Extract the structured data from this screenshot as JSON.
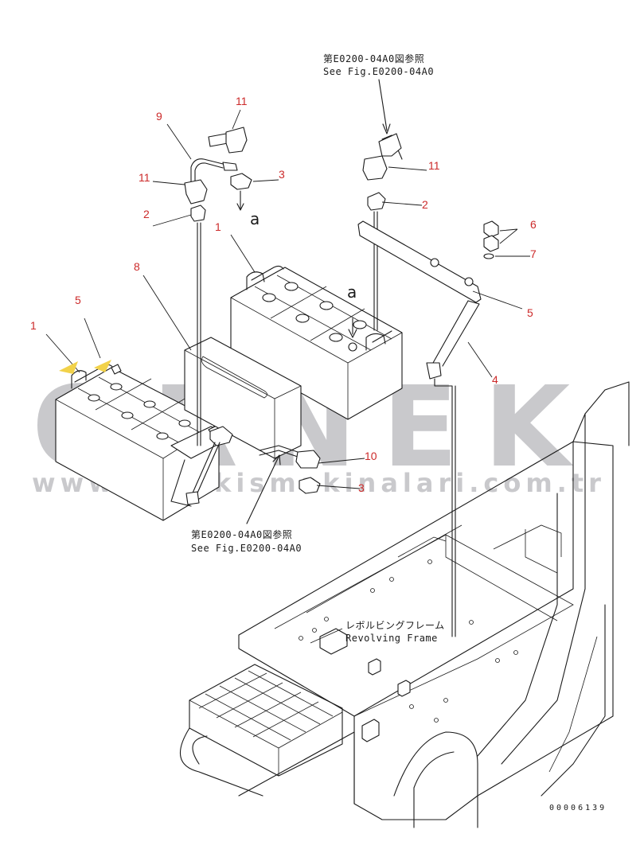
{
  "colors": {
    "callout": "#cc2a2a",
    "linework": "#1a1a1a",
    "watermark": "#c9c9cc",
    "background": "#ffffff"
  },
  "watermark": {
    "brand": "ORNEK",
    "url": "www.ornekismakinalari.com.tr"
  },
  "notes": {
    "ref_top_jp": "第E0200-04A0図参照",
    "ref_top_en": "See Fig.E0200-04A0",
    "ref_bottom_jp": "第E0200-04A0図参照",
    "ref_bottom_en": "See Fig.E0200-04A0",
    "frame_jp": "レボルビングフレーム",
    "frame_en": "Revolving Frame",
    "view_letter_1": "a",
    "view_letter_2": "a"
  },
  "callouts": {
    "c1_left": "1",
    "c1_top": "1",
    "c2_left": "2",
    "c2_right": "2",
    "c3_top": "3",
    "c3_bottom": "3",
    "c4": "4",
    "c5_left": "5",
    "c5_right": "5",
    "c6": "6",
    "c7": "7",
    "c8": "8",
    "c9": "9",
    "c10": "10",
    "c11_top": "11",
    "c11_left": "11",
    "c11_right": "11"
  },
  "document_number": "00006139"
}
